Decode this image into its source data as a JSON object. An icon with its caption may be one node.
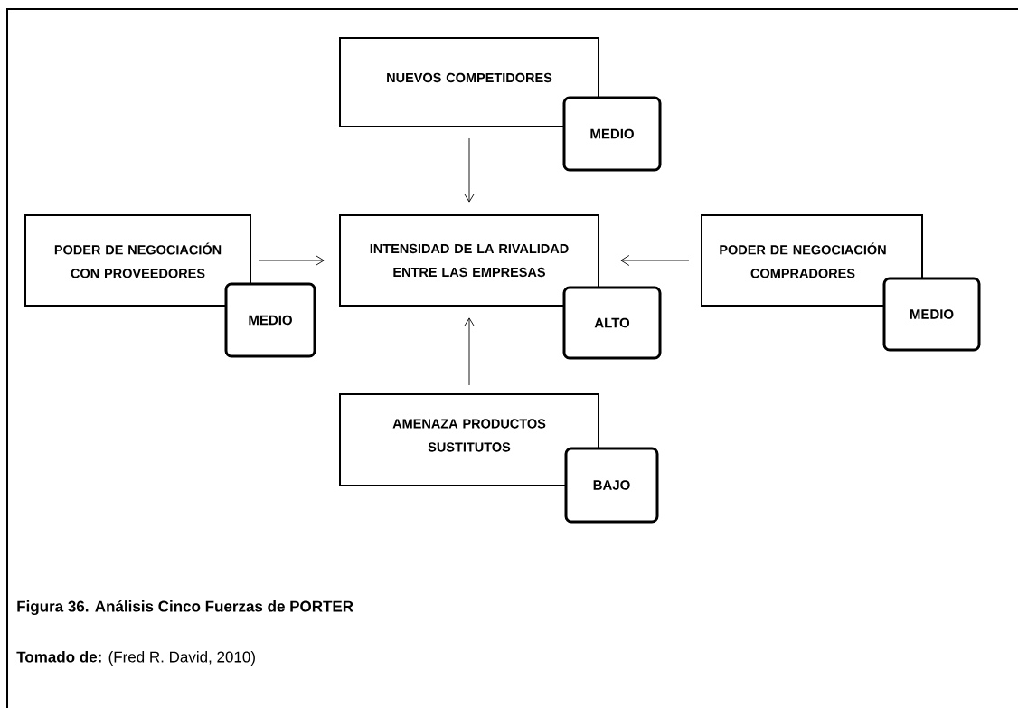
{
  "diagram": {
    "caption": "Figura 36. Análisis Cinco Fuerzas de PORTER",
    "nodes": [
      {
        "text": [
          "NUEVOS COMPETIDORES"
        ]
      },
      {
        "text": [
          "MEDIO"
        ]
      },
      {
        "text": [
          "PODER DE NEGOCIACIÓN CON PROVEEDORES"
        ]
      },
      {
        "text": [
          "INTENSIDAD DE LA RIVALIDAD ENTRE LAS EMPRESAS"
        ]
      },
      {
        "text": [
          "PODER DE NEGOCIACIÓN COMPRADORES"
        ]
      },
      {
        "text": [
          "MEDIO"
        ]
      },
      {
        "text": [
          "ALTO"
        ]
      },
      {
        "text": [
          "MEDIO"
        ]
      },
      {
        "text": [
          "AMENAZA PRODUCTOS SUSTITUTOS"
        ]
      },
      {
        "text": [
          "BAJO"
        ]
      }
    ],
    "edges": [
      {
        "from": 0,
        "to": 3,
        "arrow": "to"
      },
      {
        "from": 2,
        "to": 3,
        "arrow": "to"
      },
      {
        "from": 4,
        "to": 3,
        "arrow": "to"
      },
      {
        "from": 8,
        "to": 3,
        "arrow": "to"
      }
    ],
    "labels": [
      "**Tomado de:** (Fred R. David, 2010)"
    ]
  }
}
